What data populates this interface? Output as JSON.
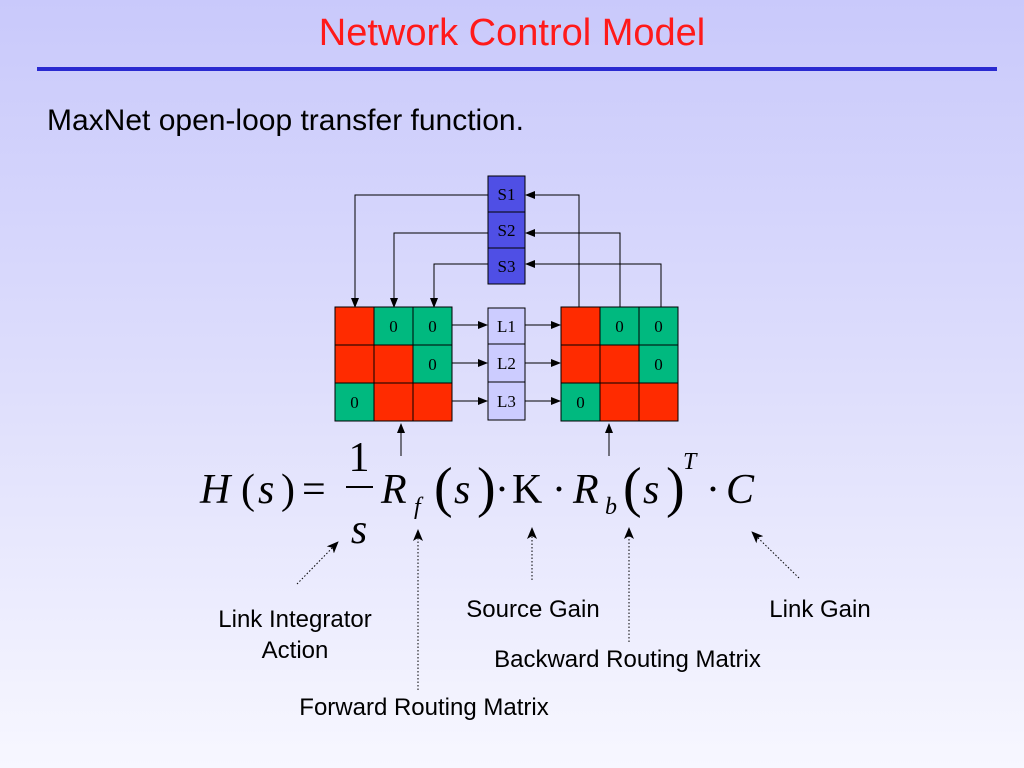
{
  "slide": {
    "title": "Network Control Model",
    "subtitle": "MaxNet open-loop transfer function."
  },
  "diagram": {
    "sources": [
      "S1",
      "S2",
      "S3"
    ],
    "links": [
      "L1",
      "L2",
      "L3"
    ],
    "zero": "0",
    "forward_matrix": [
      [
        "red",
        "green",
        "green"
      ],
      [
        "red",
        "red",
        "green"
      ],
      [
        "green",
        "red",
        "red"
      ]
    ],
    "backward_matrix": [
      [
        "red",
        "green",
        "green"
      ],
      [
        "red",
        "red",
        "green"
      ],
      [
        "green",
        "red",
        "red"
      ]
    ]
  },
  "formula": {
    "H": "H",
    "s": "s",
    "lparen": "(",
    "rparen": ")",
    "equals": "=",
    "one": "1",
    "R": "R",
    "f": "f",
    "b": "b",
    "dot": "·",
    "K": "K",
    "T": "T",
    "C": "C"
  },
  "labels": {
    "link_integrator_line1": "Link Integrator",
    "link_integrator_line2": "Action",
    "forward_routing": "Forward Routing Matrix",
    "source_gain": "Source Gain",
    "backward_routing": "Backward Routing Matrix",
    "link_gain": "Link Gain"
  },
  "colors": {
    "title": "#ff1a1a",
    "rule": "#2a2ad0",
    "red_cell": "#ff2b00",
    "green_cell": "#00b97f",
    "source_box": "#4f4fe5",
    "link_box": "#ccccff"
  }
}
